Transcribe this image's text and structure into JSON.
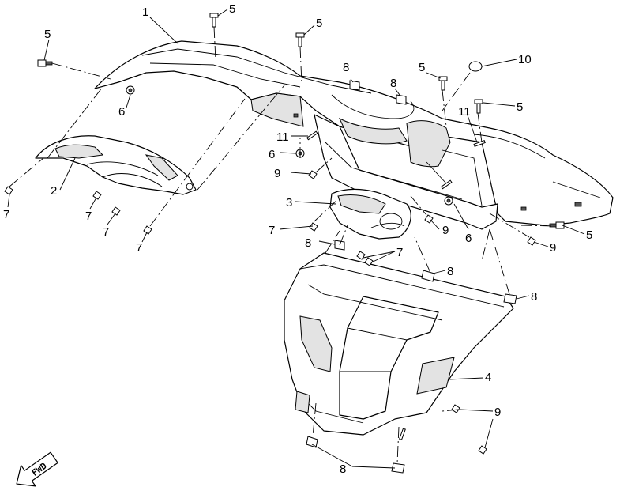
{
  "callouts": [
    {
      "id": "c1",
      "text": "1"
    },
    {
      "id": "c2",
      "text": "2"
    },
    {
      "id": "c3",
      "text": "3"
    },
    {
      "id": "c4",
      "text": "4"
    },
    {
      "id": "c5a",
      "text": "5"
    },
    {
      "id": "c5b",
      "text": "5"
    },
    {
      "id": "c5c",
      "text": "5"
    },
    {
      "id": "c5d",
      "text": "5"
    },
    {
      "id": "c5e",
      "text": "5"
    },
    {
      "id": "c5f",
      "text": "5"
    },
    {
      "id": "c6a",
      "text": "6"
    },
    {
      "id": "c6b",
      "text": "6"
    },
    {
      "id": "c6c",
      "text": "6"
    },
    {
      "id": "c7a",
      "text": "7"
    },
    {
      "id": "c7b",
      "text": "7"
    },
    {
      "id": "c7c",
      "text": "7"
    },
    {
      "id": "c7d",
      "text": "7"
    },
    {
      "id": "c7e",
      "text": "7"
    },
    {
      "id": "c7f",
      "text": "7"
    },
    {
      "id": "c8a",
      "text": "8"
    },
    {
      "id": "c8b",
      "text": "8"
    },
    {
      "id": "c8c",
      "text": "8"
    },
    {
      "id": "c8d",
      "text": "8"
    },
    {
      "id": "c8e",
      "text": "8"
    },
    {
      "id": "c8f",
      "text": "8"
    },
    {
      "id": "c9a",
      "text": "9"
    },
    {
      "id": "c9b",
      "text": "9"
    },
    {
      "id": "c9c",
      "text": "9"
    },
    {
      "id": "c9d",
      "text": "9"
    },
    {
      "id": "c10",
      "text": "10"
    },
    {
      "id": "c11a",
      "text": "11"
    },
    {
      "id": "c11b",
      "text": "11"
    }
  ],
  "direction_badge": {
    "text": "FWD",
    "icon": "forward-arrow-icon"
  }
}
